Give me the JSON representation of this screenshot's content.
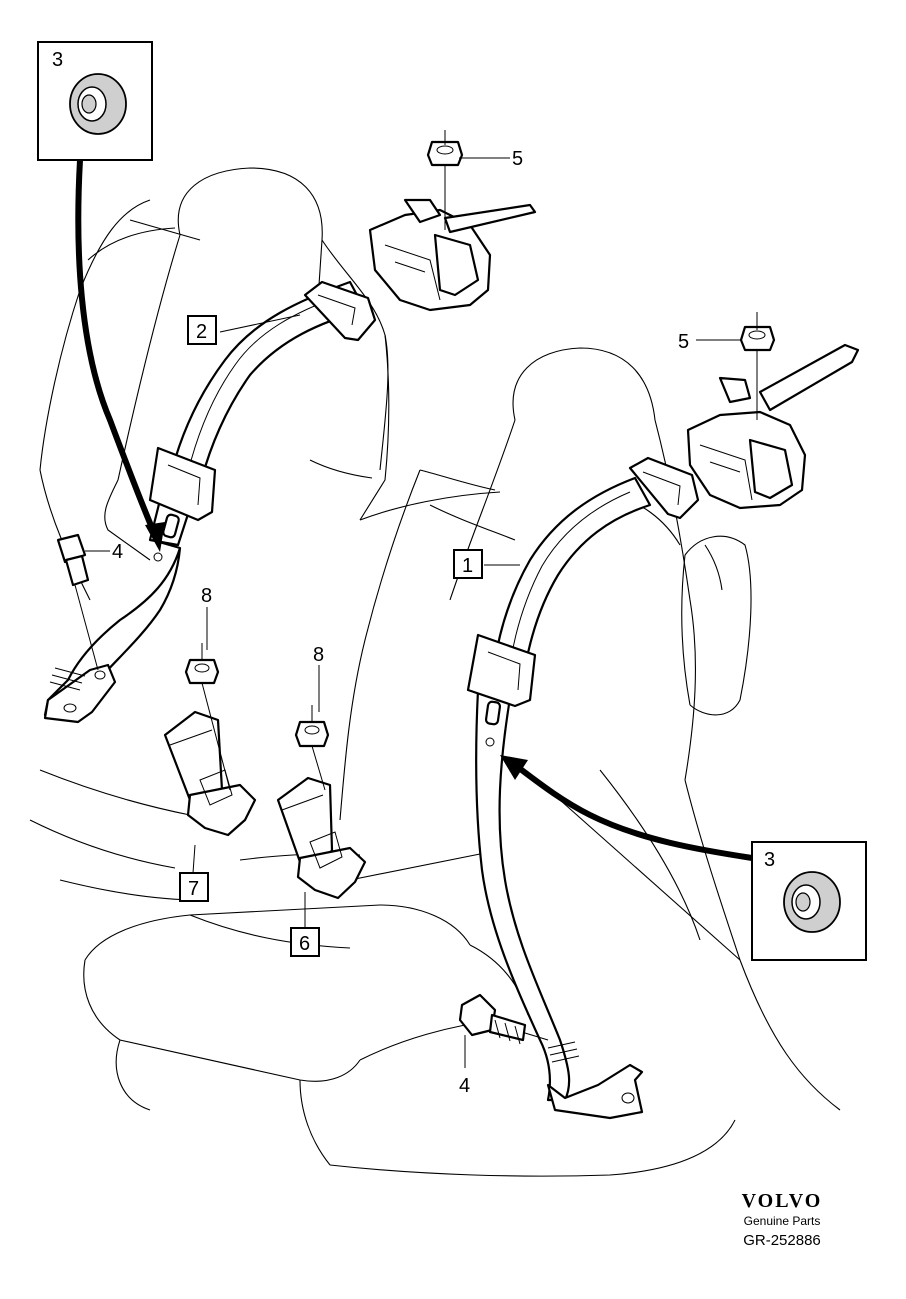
{
  "diagram": {
    "callouts": {
      "p1": "1",
      "p2": "2",
      "p3a": "3",
      "p3b": "3",
      "p4a": "4",
      "p4b": "4",
      "p5a": "5",
      "p5b": "5",
      "p6": "6",
      "p7": "7",
      "p8a": "8",
      "p8b": "8"
    }
  },
  "branding": {
    "logo_text": "VOLVO",
    "subtitle": "Genuine Parts",
    "diagram_id": "GR-252886"
  }
}
